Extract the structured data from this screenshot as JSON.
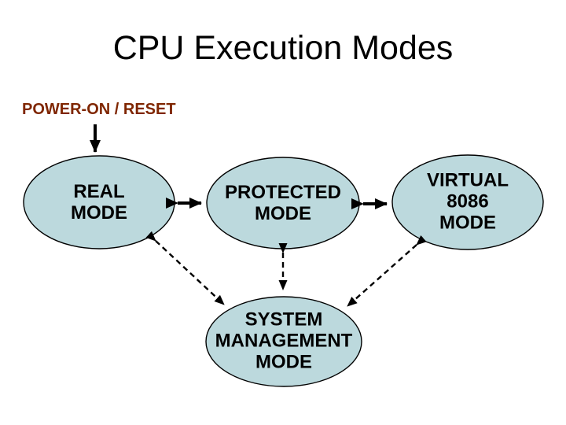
{
  "slide": {
    "title": "CPU Execution Modes",
    "background_color": "#ffffff",
    "title_color": "#000000"
  },
  "annotation": {
    "power_label": "POWER-ON / RESET",
    "power_label_color": "#7f2600"
  },
  "diagram": {
    "node_fill": "#bcd9dd",
    "node_stroke": "#000000",
    "arrow_color": "#000000",
    "nodes": [
      {
        "id": "real",
        "label": "REAL\nMODE"
      },
      {
        "id": "protected",
        "label": "PROTECTED\nMODE"
      },
      {
        "id": "virtual-8086",
        "label": "VIRTUAL\n8086\nMODE"
      },
      {
        "id": "system-management",
        "label": "SYSTEM\nMANAGEMENT\nMODE"
      }
    ],
    "edges": [
      {
        "from": "power-on-reset",
        "to": "real",
        "style": "solid",
        "direction": "one-way"
      },
      {
        "from": "real",
        "to": "protected",
        "style": "solid",
        "direction": "two-way"
      },
      {
        "from": "protected",
        "to": "virtual-8086",
        "style": "solid",
        "direction": "two-way"
      },
      {
        "from": "real",
        "to": "system-management",
        "style": "dashed",
        "direction": "two-way"
      },
      {
        "from": "protected",
        "to": "system-management",
        "style": "dashed",
        "direction": "two-way"
      },
      {
        "from": "virtual-8086",
        "to": "system-management",
        "style": "dashed",
        "direction": "two-way"
      }
    ]
  }
}
